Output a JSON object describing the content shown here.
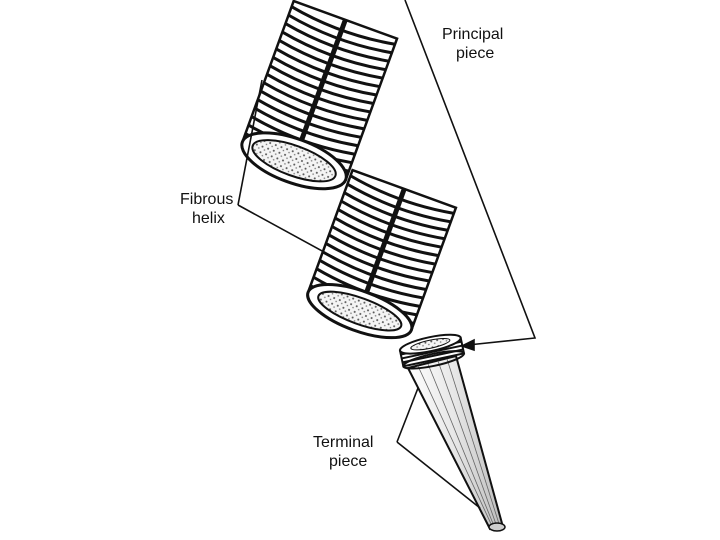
{
  "labels": {
    "principal": {
      "line1": "Principal",
      "line2": "piece"
    },
    "fibrous": {
      "line1": "Fibrous",
      "line2": "helix"
    },
    "terminal": {
      "line1": "Terminal",
      "line2": "piece"
    }
  },
  "colors": {
    "ink": "#111111",
    "background": "#ffffff",
    "core_fill": "#d9d9d9"
  }
}
